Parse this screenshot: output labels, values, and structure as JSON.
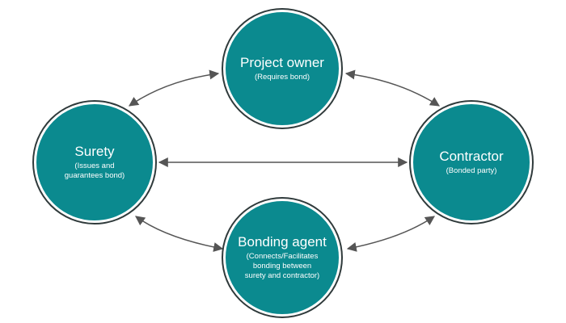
{
  "colors": {
    "node_fill": "#0b8a8f",
    "node_ring": "#2f3a3b",
    "arrow": "#555555",
    "text": "#ffffff"
  },
  "nodes": {
    "owner": {
      "title": "Project owner",
      "subtitle": "(Requires bond)"
    },
    "surety": {
      "title": "Surety",
      "subtitle": "(Issues and\nguarantees bond)"
    },
    "contractor": {
      "title": "Contractor",
      "subtitle": "(Bonded party)"
    },
    "agent": {
      "title": "Bonding agent",
      "subtitle": "(Connects/Facilitates\nbonding between\nsurety and contractor)"
    }
  },
  "connections": [
    {
      "from": "surety",
      "to": "owner",
      "bidirectional": true
    },
    {
      "from": "owner",
      "to": "contractor",
      "bidirectional": true
    },
    {
      "from": "surety",
      "to": "contractor",
      "bidirectional": true
    },
    {
      "from": "surety",
      "to": "agent",
      "bidirectional": true
    },
    {
      "from": "agent",
      "to": "contractor",
      "bidirectional": true
    }
  ]
}
